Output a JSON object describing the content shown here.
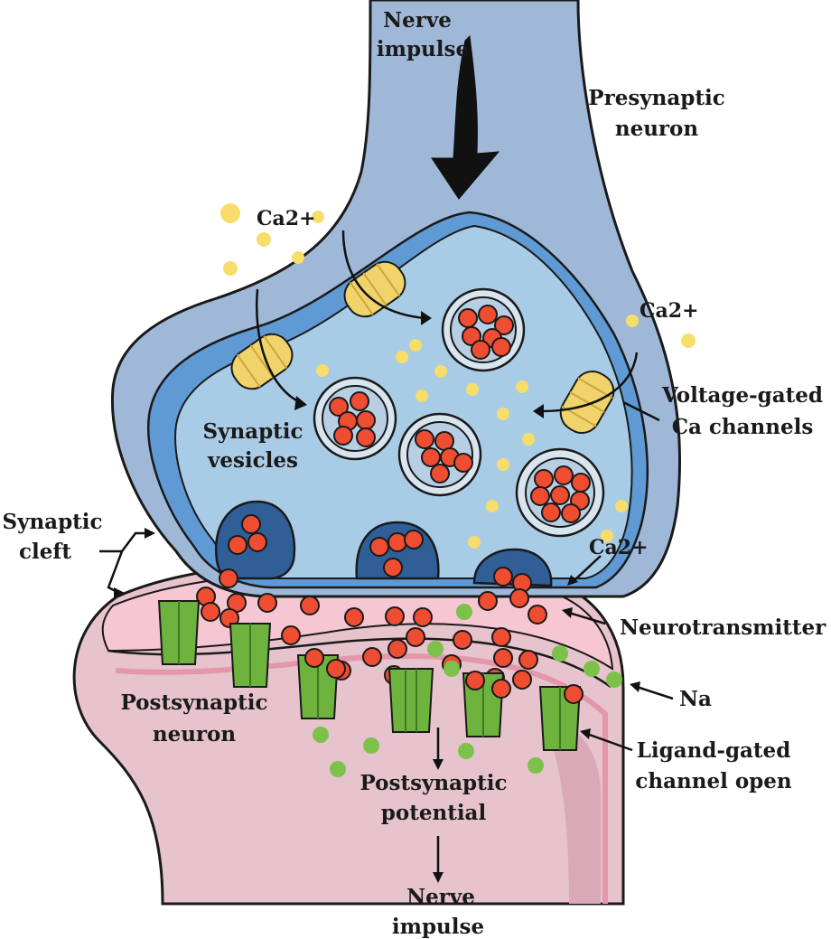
{
  "labels": {
    "nerve_impulse_top": [
      "Nerve",
      "impulse"
    ],
    "presynaptic": [
      "Presynaptic",
      "neuron"
    ],
    "ca_left": "Ca2+",
    "ca_right": "Ca2+",
    "ca_bottom": "Ca2+",
    "voltage_gated": [
      "Voltage-gated",
      "Ca channels"
    ],
    "synaptic_vesicles": [
      "Synaptic",
      "vesicles"
    ],
    "synaptic_cleft": [
      "Synaptic",
      "cleft"
    ],
    "neurotransmitter": "Neurotransmitter",
    "na": "Na",
    "postsynaptic": [
      "Postsynaptic",
      "neuron"
    ],
    "ligand_gated": [
      "Ligand-gated",
      "channel open"
    ],
    "postsynaptic_potential": [
      "Postsynaptic",
      "potential"
    ],
    "nerve_impulse_bottom": [
      "Nerve",
      "impulse"
    ]
  },
  "colors": {
    "presynaptic_membrane": "#9fb8d8",
    "presynaptic_cytoplasm": "#a9cce6",
    "presynaptic_inner_band": "#5f9ad4",
    "postsynaptic_body": "#e6c3cd",
    "postsynaptic_membrane": "#f2a9bd",
    "cleft_pink": "#f7c6d3",
    "vesicle": "#b8cfe3",
    "neurotransmitter": "#ee4d32",
    "calcium_ion": "#f7dd6a",
    "sodium_ion": "#7cc24a",
    "channel_yellow": "#f0d36a",
    "channel_green": "#6fb33f"
  }
}
